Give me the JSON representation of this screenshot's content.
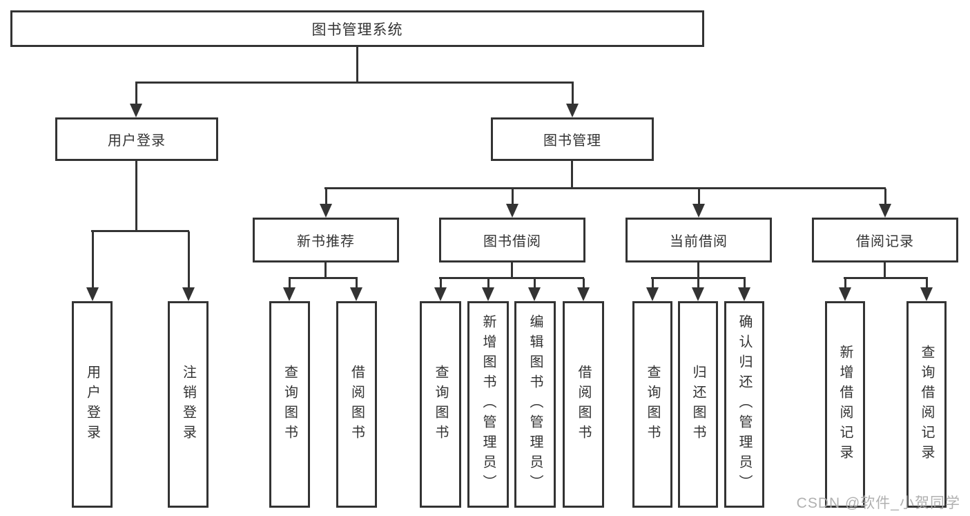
{
  "tree": {
    "root": {
      "label": "图书管理系统"
    },
    "branches": [
      {
        "label": "用户登录",
        "leaves": [
          "用户登录",
          "注销登录"
        ]
      },
      {
        "label": "图书管理",
        "groups": [
          {
            "label": "新书推荐",
            "leaves": [
              "查询图书",
              "借阅图书"
            ]
          },
          {
            "label": "图书借阅",
            "leaves": [
              "查询图书",
              "新增图书（管理员）",
              "编辑图书（管理员）",
              "借阅图书"
            ]
          },
          {
            "label": "当前借阅",
            "leaves": [
              "查询图书",
              "归还图书",
              "确认归还（管理员）"
            ]
          },
          {
            "label": "借阅记录",
            "leaves": [
              "新增借阅记录",
              "查询借阅记录"
            ]
          }
        ]
      }
    ]
  },
  "watermark": "CSDN @软件_小贺同学",
  "colors": {
    "line": "#333333",
    "text": "#333333",
    "box_background": "#ffffff",
    "page_background": "#ffffff",
    "watermark": "#acacac"
  }
}
